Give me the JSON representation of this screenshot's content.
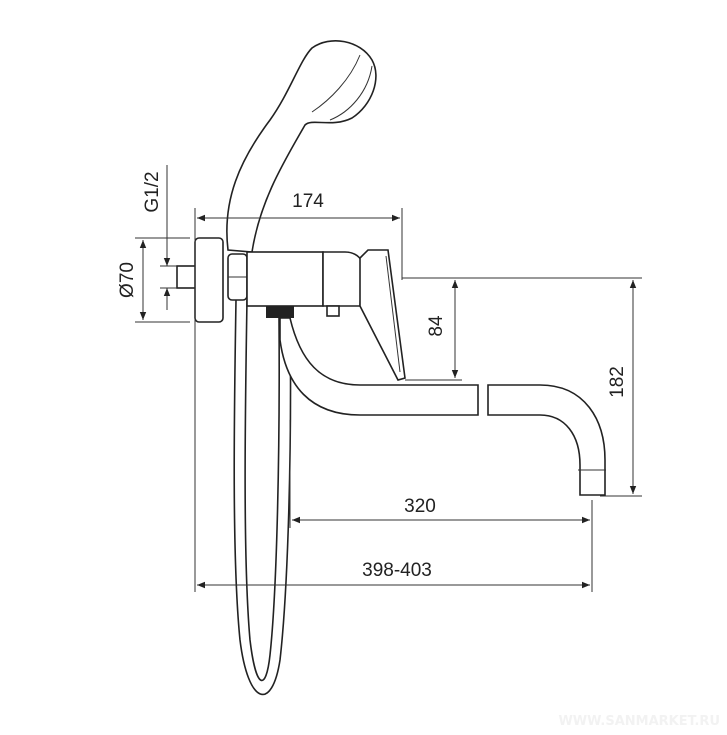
{
  "title": "Wall-mounted bath/shower mixer with long spout — dimension drawing",
  "dimensions": {
    "thread": "G1/2",
    "rosette_diameter": "Ø70",
    "body_depth": "174",
    "spout_height": "84",
    "total_height": "182",
    "spout_reach": "320",
    "total_reach": "398-403"
  },
  "watermark": "WWW.SANMARKET.RU",
  "colors": {
    "line": "#222222",
    "background": "#ffffff"
  }
}
